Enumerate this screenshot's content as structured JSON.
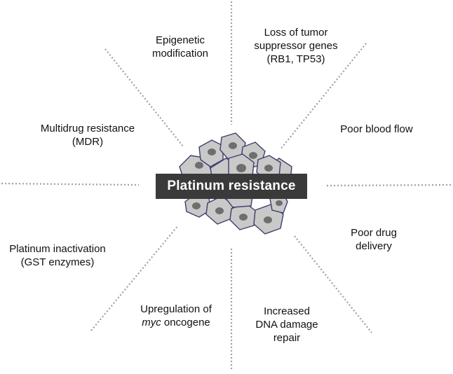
{
  "center": {
    "label": "Platinum resistance"
  },
  "factors": {
    "epigenetic": {
      "line1": "Epigenetic",
      "line2": "modification"
    },
    "tumor_suppressor": {
      "line1": "Loss of tumor",
      "line2": "suppressor genes",
      "line3": "(RB1, TP53)"
    },
    "blood_flow": {
      "line1": "Poor blood flow"
    },
    "mdr": {
      "line1": "Multidrug resistance",
      "line2": "(MDR)"
    },
    "drug_delivery": {
      "line1": "Poor drug",
      "line2": "delivery"
    },
    "platinum_inactivation": {
      "line1": "Platinum inactivation",
      "line2": "(GST enzymes)"
    },
    "myc": {
      "line1": "Upregulation of",
      "line2_italic": "myc",
      "line2_rest": " oncogene"
    },
    "dna_repair": {
      "line1": "Increased",
      "line2": "DNA damage",
      "line3": "repair"
    }
  },
  "colors": {
    "cell_fill": "#c9c9c9",
    "cell_stroke": "#3b3f6b",
    "nucleus": "#6e6e6e",
    "center_box": "#3a3a3a",
    "spoke": "#a0a0a0"
  },
  "icons": {
    "center_illustration": "cell-cluster-icon"
  }
}
